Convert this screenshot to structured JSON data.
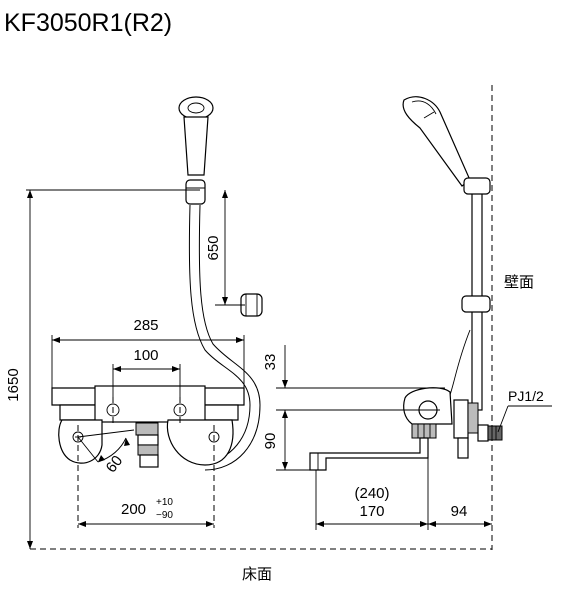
{
  "title": "KF3050R1(R2)",
  "labels": {
    "wall": "壁面",
    "floor": "床面",
    "pipe_thread": "PJ1/2"
  },
  "dimensions": {
    "total_height": "1650",
    "bar_length": "650",
    "width": "285",
    "pitch": "100",
    "top_offset": "33",
    "outlet_height": "90",
    "angle": "60",
    "center_distance": "200",
    "tolerance_plus": "+10",
    "tolerance_minus": "−90",
    "spout_ref": "(240)",
    "spout_length": "170",
    "wall_offset": "94"
  },
  "colors": {
    "line": "#000000",
    "part_fill": "#ffffff",
    "dark_fill": "#666666",
    "mid_fill": "#bbbbbb"
  }
}
